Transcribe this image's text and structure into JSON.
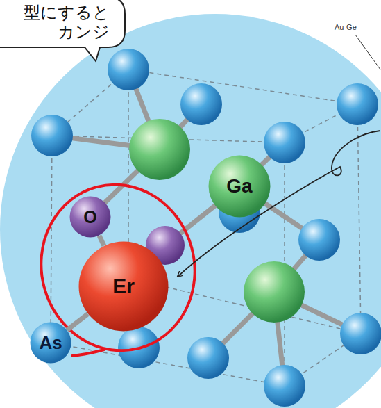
{
  "diagram": {
    "nodes": [
      {
        "text": [
          "型にすると カンジ"
        ]
      },
      {
        "text": [
          "Ga"
        ]
      },
      {
        "text": [
          "O"
        ]
      },
      {
        "text": [
          "Er"
        ]
      },
      {
        "text": [
          "As"
        ]
      }
    ],
    "edges": [
      {
        "from": 2,
        "to": 3,
        "arrow": "none"
      },
      {
        "from": 3,
        "to": 4,
        "arrow": "none"
      }
    ],
    "labels": [
      "Au-Ge"
    ]
  }
}
